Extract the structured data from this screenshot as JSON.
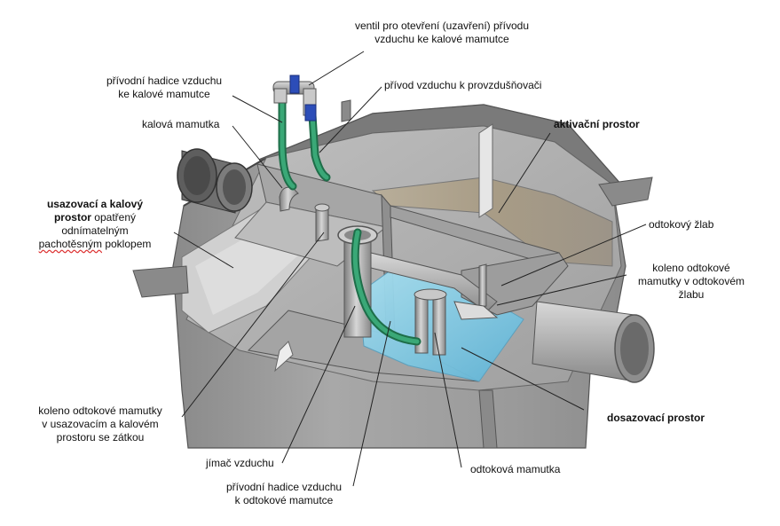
{
  "labels": {
    "ventil": [
      "ventil pro otevření (uzavření) přívodu",
      "vzduchu ke kalové mamutce"
    ],
    "privodni_hadice_kal": [
      "přívodní hadice vzduchu",
      "ke kalové mamutce"
    ],
    "privod_provzdusnovac": "přívod vzduchu k provzdušňovači",
    "kalova_mamutka": "kalová mamutka",
    "aktivacni_prostor": "aktivační prostor",
    "usazovaci": {
      "bold1": "usazovací a kalový",
      "bold2": "prostor",
      "rest2": " opatřený",
      "line3": "odnímatelným",
      "line4_u": "pachotěsným",
      "line4_rest": " poklopem"
    },
    "odtokovy_zlab": "odtokový žlab",
    "koleno_zlab": [
      "koleno odtokové",
      "mamutky v odtokovém",
      "žlabu"
    ],
    "dosazovaci_prostor": "dosazovací prostor",
    "koleno_usazovaci": [
      "koleno odtokové mamutky",
      "v usazovacím a kalovém",
      "prostoru se zátkou"
    ],
    "jimac_vzduchu": "jímač vzduchu",
    "odtokova_mamutka": "odtoková mamutka",
    "privodni_hadice_odt": [
      "přívodní hadice vzduchu",
      "k odtokové mamutce"
    ]
  },
  "colors": {
    "tank_wall": "#9c9c9c",
    "tank_inner": "#b4b4b4",
    "water": "#7fc6e0",
    "hose": "#2f9a6a",
    "valve": "#2c4db8"
  }
}
